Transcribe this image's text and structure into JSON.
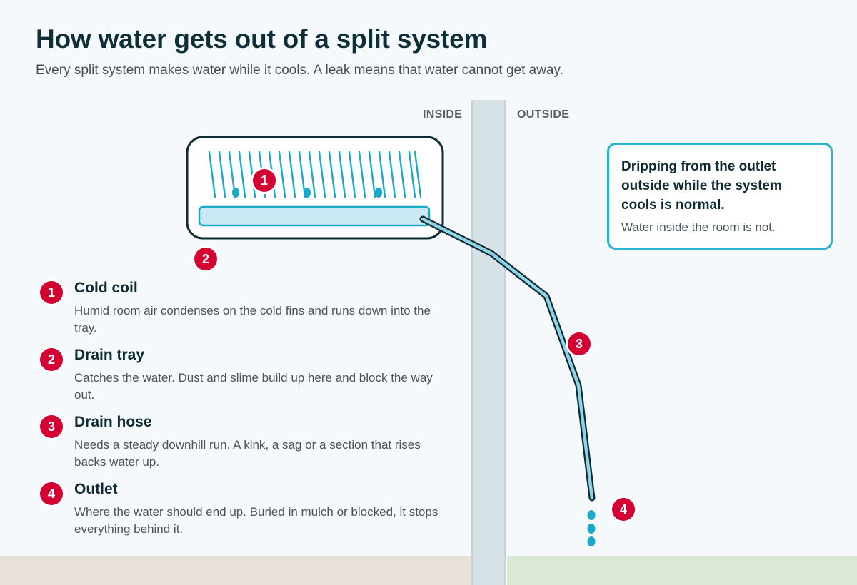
{
  "header": {
    "title": "How water gets out of a split system",
    "subtitle": "Every split system makes water while it cools. A leak means that water cannot get away."
  },
  "zones": {
    "inside": "INSIDE",
    "outside": "OUTSIDE"
  },
  "markers": [
    "1",
    "2",
    "3",
    "4"
  ],
  "legend": [
    {
      "number": "1",
      "title": "Cold coil",
      "description": "Humid room air condenses on the cold fins and runs down into the tray."
    },
    {
      "number": "2",
      "title": "Drain tray",
      "description": "Catches the water. Dust and slime build up here and block the way out."
    },
    {
      "number": "3",
      "title": "Drain hose",
      "description": "Needs a steady downhill run. A kink, a sag or a section that rises backs water up."
    },
    {
      "number": "4",
      "title": "Outlet",
      "description": "Where the water should end up. Buried in mulch or blocked, it stops everything behind it."
    }
  ],
  "callout": {
    "headline": "Dripping from the outlet outside while the system cools is normal.",
    "body": "Water inside the room is not."
  },
  "colors": {
    "accent_red": "#d50032",
    "water_blue": "#1ba9c9",
    "dark_outline": "#0f2a33",
    "wall": "#d6e2e6"
  }
}
